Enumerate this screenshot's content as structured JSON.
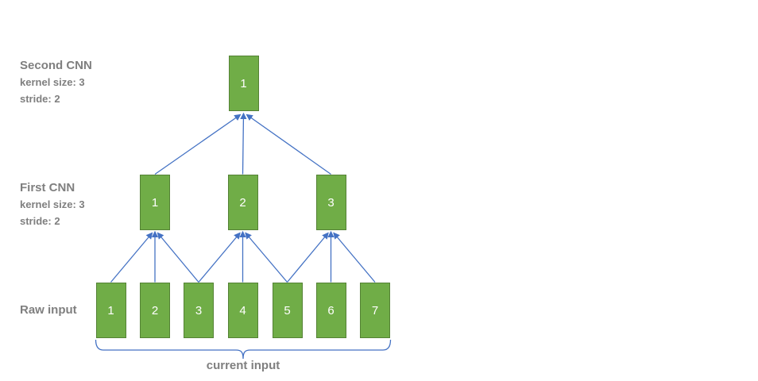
{
  "colors": {
    "box_fill": "#70ad47",
    "box_border": "#548235",
    "arrow_blue": "#4472c4",
    "label_gray": "#7f7f7f",
    "box_text": "#ffffff"
  },
  "layers": [
    {
      "name": "Second CNN",
      "label": {
        "title": "Second CNN",
        "kernel": "kernel size: 3",
        "stride": "stride: 2"
      },
      "boxes": [
        "1"
      ]
    },
    {
      "name": "First CNN",
      "label": {
        "title": "First CNN",
        "kernel": "kernel size: 3",
        "stride": "stride: 2"
      },
      "boxes": [
        "1",
        "2",
        "3"
      ]
    },
    {
      "name": "Raw input",
      "label": {
        "title": "Raw input"
      },
      "boxes": [
        "1",
        "2",
        "3",
        "4",
        "5",
        "6",
        "7"
      ]
    }
  ],
  "brace": {
    "label": "current input"
  },
  "connections": {
    "raw_to_first": [
      [
        "1",
        "1"
      ],
      [
        "2",
        "1"
      ],
      [
        "3",
        "1"
      ],
      [
        "3",
        "2"
      ],
      [
        "4",
        "2"
      ],
      [
        "5",
        "2"
      ],
      [
        "5",
        "3"
      ],
      [
        "6",
        "3"
      ],
      [
        "7",
        "3"
      ]
    ],
    "first_to_second": [
      [
        "1",
        "1"
      ],
      [
        "2",
        "1"
      ],
      [
        "3",
        "1"
      ]
    ]
  }
}
